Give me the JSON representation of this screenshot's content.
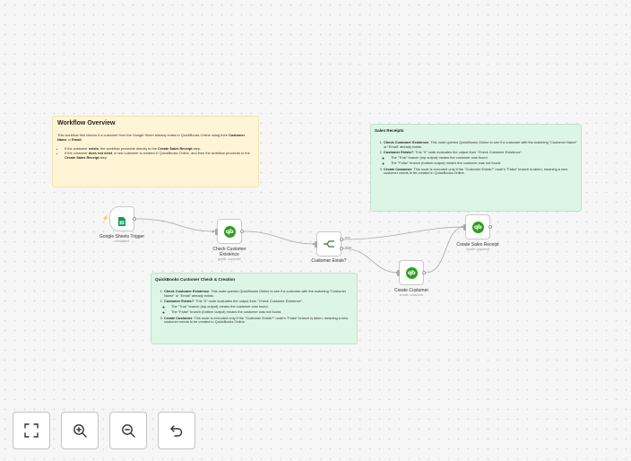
{
  "notes": {
    "overview": {
      "title": "Workflow Overview",
      "intro_a": "This workflow first checks if a customer from the Google Sheet already exists in QuickBooks Online using their",
      "intro_b1": "Customer Name",
      "intro_b2": " or ",
      "intro_b3": "Email",
      "intro_b4": ".",
      "bullet1_a": "If the customer ",
      "bullet1_b": "exists",
      "bullet1_c": ", the workflow proceeds directly to the ",
      "bullet1_d": "Create Sales Receipt",
      "bullet1_e": " step.",
      "bullet2_a": "If the customer ",
      "bullet2_b": "does not exist",
      "bullet2_c": ", a new customer is created in QuickBooks Online, and then the workflow proceeds to the ",
      "bullet2_d": "Create Sales Receipt",
      "bullet2_e": " step."
    },
    "sales_receipts": {
      "title": "Sales Receipts",
      "item1_b": "Check Customer Existence",
      "item1_t": ": This node queries QuickBooks Online to see if a customer with the matching \"Customer Name\" or \"Email\" already exists.",
      "item2_b": "Customer Exists?",
      "item2_t": ": This \"If\" node evaluates the output from \"Check Customer Existence\".",
      "item2_s1": "The \"True\" branch (top output) means the customer was found.",
      "item2_s2": "The \"False\" branch (bottom output) means the customer was not found.",
      "item3_b": "Create Customer",
      "item3_t": ": This node is executed only if the \"Customer Exists?\" node's \"False\" branch is taken, meaning a new customer needs to be created in QuickBooks Online."
    },
    "customer_check": {
      "title": "QuickBooks Customer Check & Creation",
      "item1_b": "Check Customer Existence",
      "item1_t": ": This node queries QuickBooks Online to see if a customer with the matching \"Customer Name\" or \"Email\" already exists.",
      "item2_b": "Customer Exists?",
      "item2_t": ": This \"If\" node evaluates the output from \"Check Customer Existence\".",
      "item2_s1": "The \"True\" branch (top output) means the customer was found.",
      "item2_s2": "The \"False\" branch (bottom output) means the customer was not found.",
      "item3_b": "Create Customer",
      "item3_t": ": This node is executed only if the \"Customer Exists?\" node's \"False\" branch is taken, meaning a new customer needs to be created in QuickBooks Online."
    }
  },
  "nodes": {
    "trigger": {
      "label": "Google Sheets Trigger",
      "sub": "rowAdded",
      "icon": "google-sheets-icon"
    },
    "check": {
      "label": "Check Customer Existence",
      "sub": "getAll: customer",
      "icon": "quickbooks-icon"
    },
    "ifnode": {
      "label": "Customer Exists?",
      "icon": "if-branch-icon",
      "true_label": "true",
      "false_label": "false"
    },
    "create_customer": {
      "label": "Create Customer",
      "sub": "create: customer",
      "icon": "quickbooks-icon"
    },
    "create_receipt": {
      "label": "Create Sales Receipt",
      "sub": "create: payment",
      "icon": "quickbooks-icon"
    }
  },
  "quickbooks_glyph": "qb",
  "colors": {
    "quickbooks": "#2ca01c",
    "sheets": "#0f9d58",
    "trigger_bolt": "#ff6d5a",
    "note_yellow": "#fff5d6",
    "note_green": "#dcf5e5"
  },
  "toolbar": [
    "fit-view-icon",
    "zoom-in-icon",
    "zoom-out-icon",
    "undo-icon"
  ]
}
